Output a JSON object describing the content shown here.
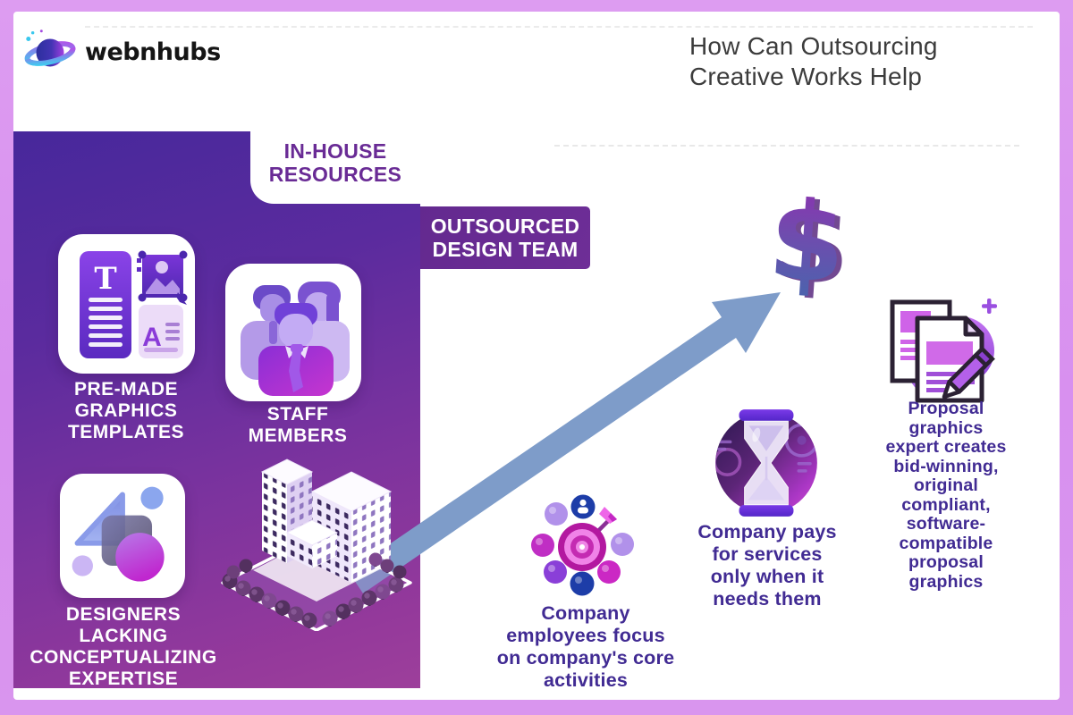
{
  "colors": {
    "border_pink": "#d995ee",
    "panel_gradient_top": "#47289b",
    "panel_gradient_bottom": "#9d3f9b",
    "label_purple": "#692b95",
    "caption_indigo": "#412b93",
    "arrow_blue": "#7e9cc9",
    "dollar_purple": "#8f2fb0",
    "dollar_blue": "#4666ad"
  },
  "header": {
    "logo_text": "webnhubs",
    "title_lines": [
      "How Can Outsourcing",
      "Creative Works Help"
    ]
  },
  "infographic": {
    "in_house_lines": [
      "IN-HOUSE",
      "RESOURCES"
    ],
    "outsourced_lines": [
      "OUTSOURCED",
      "DESIGN TEAM"
    ],
    "dollar_symbol": "$",
    "cards": [
      {
        "icon": "graphics-templates",
        "caption_lines": [
          "PRE-MADE",
          "GRAPHICS",
          "TEMPLATES"
        ],
        "letters": {
          "t": "T",
          "a": "A"
        }
      },
      {
        "icon": "staff-members",
        "caption_lines": [
          "STAFF",
          "MEMBERS"
        ]
      },
      {
        "icon": "design-shapes",
        "caption_lines": [
          "DESIGNERS",
          "LACKING",
          "CONCEPTUALIZING",
          "EXPERTISE"
        ]
      }
    ],
    "benefits": [
      {
        "icon": "target",
        "caption_lines": [
          "Company",
          "employees focus",
          "on company's core",
          "activities"
        ]
      },
      {
        "icon": "hourglass",
        "caption_lines": [
          "Company pays",
          "for services",
          "only when it",
          "needs them"
        ]
      },
      {
        "icon": "proposal-documents",
        "caption_lines": [
          "Proposal",
          "graphics",
          "expert creates",
          "bid-winning,",
          "original",
          "compliant,",
          "software-",
          "compatible",
          "proposal",
          "graphics"
        ]
      }
    ]
  }
}
